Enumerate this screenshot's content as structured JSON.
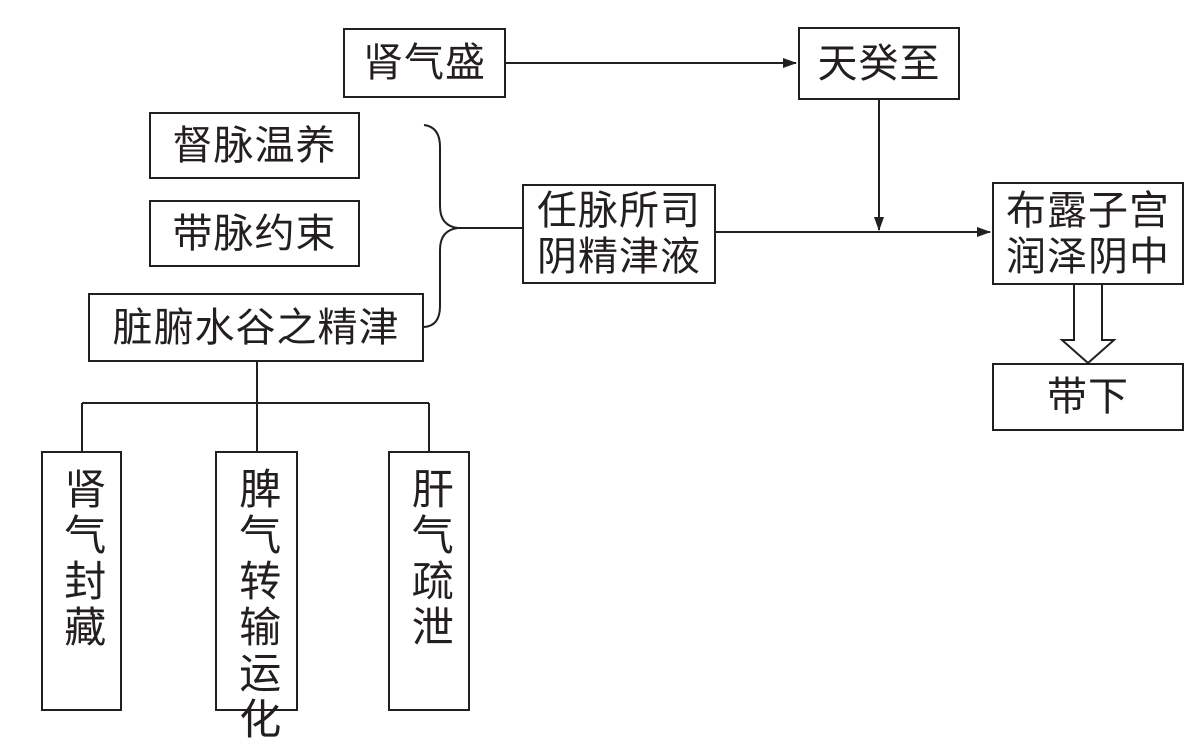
{
  "nodes": {
    "kidney_qi": "肾气盛",
    "tiangui": "天癸至",
    "du_mai": "督脉温养",
    "dai_mai": "带脉约束",
    "essence": "脏腑水谷之精津",
    "ren_mai": {
      "line1": "任脉所司",
      "line2": "阴精津液"
    },
    "uterus": {
      "line1": "布露子宫",
      "line2": "润泽阴中"
    },
    "leukorrhea": "带下",
    "kidney_store": "肾气封藏",
    "spleen": "脾气转输运化",
    "liver": "肝气疏泄"
  },
  "colors": {
    "ink": "#231f20",
    "background": "#ffffff"
  }
}
